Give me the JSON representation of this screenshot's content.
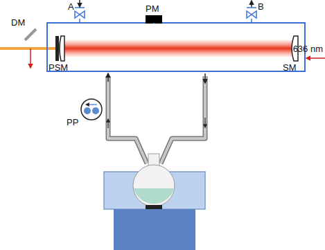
{
  "diagram": {
    "labels": [
      "A",
      "PM",
      "B",
      "DM",
      "PSM",
      "636 nm",
      "SM",
      "PP"
    ]
  }
}
